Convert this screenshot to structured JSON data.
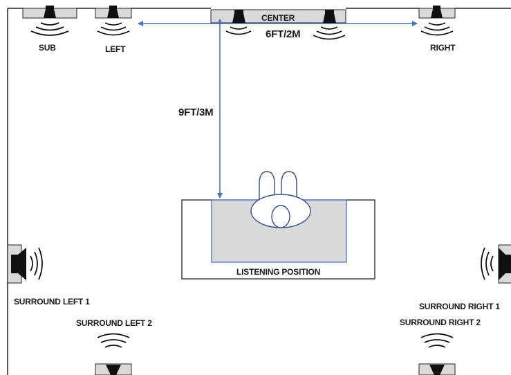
{
  "labels": {
    "sub": "SUB",
    "left": "LEFT",
    "center": "CENTER",
    "right": "RIGHT",
    "distance_front": "6FT/2M",
    "distance_listener": "9FT/3M",
    "listening_position": "LISTENING POSITION",
    "surround_left_1": "SURROUND LEFT 1",
    "surround_right_1": "SURROUND RIGHT 1",
    "surround_left_2": "SURROUND LEFT 2",
    "surround_right_2": "SURROUND RIGHT 2"
  },
  "colors": {
    "line": "#222222",
    "arrow": "#4472c4",
    "speaker_fill": "#d9d9d9",
    "seat_fill": "#d9d9d9",
    "head_stroke": "#2f4f8f"
  }
}
